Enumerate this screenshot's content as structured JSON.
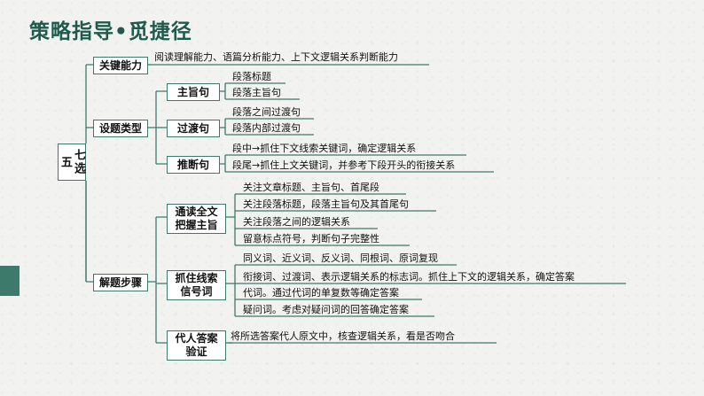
{
  "title": "策略指导•觅捷径",
  "root": "七选五",
  "branches": [
    {
      "label": "关键能力",
      "detail": "阅读理解能力、语篇分析能力、上下文逻辑关系判断能力"
    },
    {
      "label": "设题类型",
      "children": [
        {
          "label": "主旨句",
          "items": [
            "段落标题",
            "段落主旨句"
          ]
        },
        {
          "label": "过渡句",
          "items": [
            "段落之间过渡句",
            "段落内部过渡句"
          ]
        },
        {
          "label": "推断句",
          "items": [
            "段中→抓住下文线索关键词，确定逻辑关系",
            "段尾→抓住上文关键词，并参考下段开头的衔接关系"
          ]
        }
      ]
    },
    {
      "label": "解题步骤",
      "children": [
        {
          "label": "通读全文把握主旨",
          "items": [
            "关注文章标题、主旨句、首尾段",
            "关注段落标题，段落主旨句及其首尾句",
            "关注段落之间的逻辑关系",
            "留意标点符号，判断句子完整性"
          ]
        },
        {
          "label": "抓住线索信号词",
          "items": [
            "同义词、近义词、反义词、同根词、原词复现",
            "衔接词、过渡词、表示逻辑关系的标志词。抓住上下文的逻辑关系，确定答案",
            "代词。通过代词的单复数等确定答案",
            "疑问词。考虑对疑问词的回答确定答案"
          ]
        },
        {
          "label": "代人答案验证",
          "items": [
            "将所选答案代人原文中，核查逻辑关系，看是否吻合"
          ]
        }
      ]
    }
  ]
}
